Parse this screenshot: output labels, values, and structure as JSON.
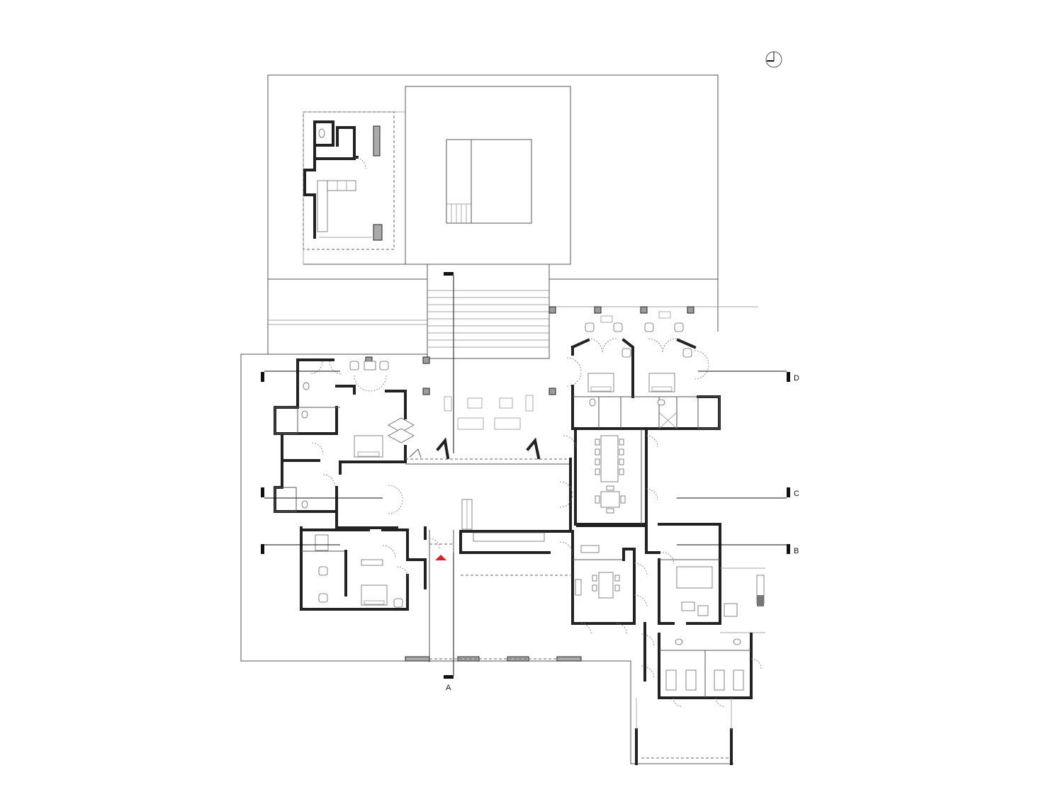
{
  "drawing": {
    "type": "architectural floor plan",
    "section_markers": [
      {
        "id": "section-a",
        "label": "A"
      },
      {
        "id": "section-b",
        "label": "B"
      },
      {
        "id": "section-c",
        "label": "C"
      },
      {
        "id": "section-d",
        "label": "D"
      }
    ],
    "north_arrow": {
      "icon": "north-arrow-icon"
    },
    "entry_marker": {
      "color": "#e02020",
      "icon": "entry-triangle-icon"
    }
  },
  "colors": {
    "line": "#555555",
    "wall": "#222222",
    "wall_fill": "#aaaaaa",
    "accent": "#e02020"
  }
}
